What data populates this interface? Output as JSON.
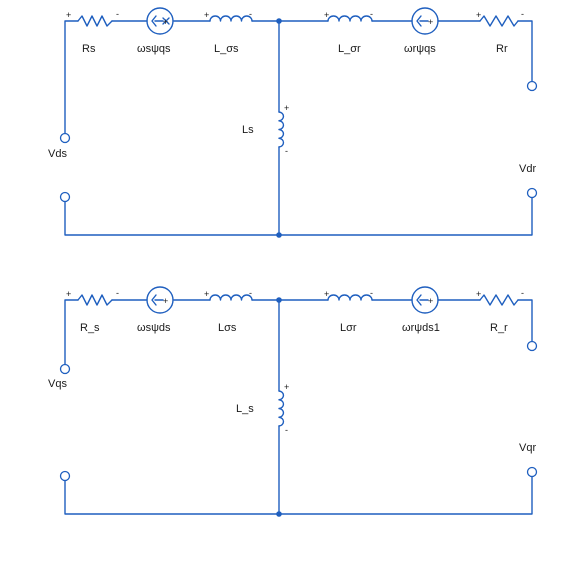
{
  "colors": {
    "wire": "#1f5fbf",
    "text": "#1a1a1a",
    "background": "#ffffff"
  },
  "polarity": {
    "plus": "+",
    "minus": "-"
  },
  "circuit_d": {
    "rs": "Rs",
    "src_s": "ωsψqs",
    "lsig_s": "L_σs",
    "lsig_r": "L_σr",
    "src_r": "ωrψqs",
    "rr": "Rr",
    "lm": "Ls",
    "v_stator": "Vds",
    "v_rotor": "Vdr"
  },
  "circuit_q": {
    "rs": "R_s",
    "src_s": "ωsψds",
    "lsig_s": "Lσs",
    "lsig_r": "Lσr",
    "src_r": "ωrψds1",
    "rr": "R_r",
    "lm": "L_s",
    "v_stator": "Vqs",
    "v_rotor": "Vqr"
  }
}
